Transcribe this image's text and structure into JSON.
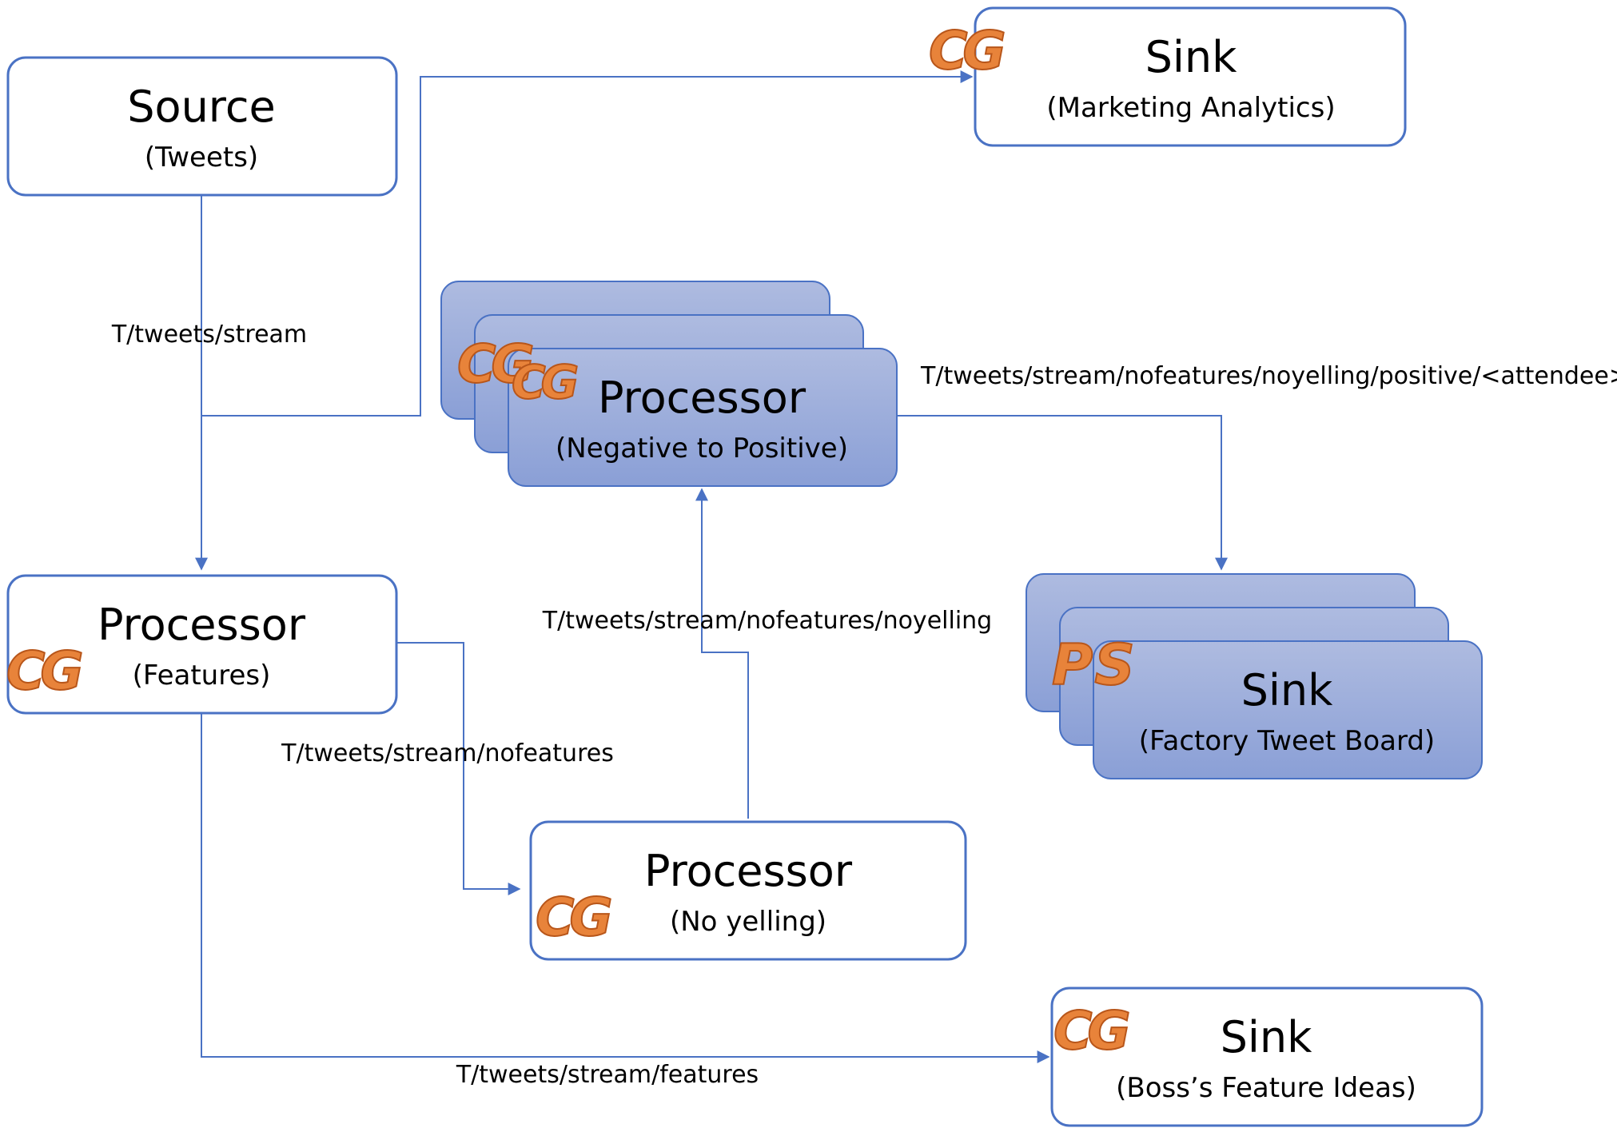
{
  "colors": {
    "border": "#4a72c4",
    "box_fill": "#ffffff",
    "stack_fill_top": "#aebbe0",
    "stack_fill_bottom": "#8a9fd6",
    "edge": "#4a72c4",
    "badge_orange": "#e8833a",
    "badge_outline": "#b8561a"
  },
  "nodes": {
    "source": {
      "title": "Source",
      "subtitle": "(Tweets)"
    },
    "sink_marketing": {
      "title": "Sink",
      "subtitle": "(Marketing Analytics)",
      "badge": "CG"
    },
    "processor_negative": {
      "title": "Processor",
      "subtitle": "(Negative to Positive)",
      "badge": "CG"
    },
    "processor_features": {
      "title": "Processor",
      "subtitle": "(Features)",
      "badge": "CG"
    },
    "sink_factory": {
      "title": "Sink",
      "subtitle": "(Factory Tweet Board)",
      "badge": "PS"
    },
    "processor_noyelling": {
      "title": "Processor",
      "subtitle": "(No yelling)",
      "badge": "CG"
    },
    "sink_boss": {
      "title": "Sink",
      "subtitle": "(Boss’s Feature Ideas)",
      "badge": "CG"
    }
  },
  "edges": {
    "tweets_stream": "T/tweets/stream",
    "positive_attendee": "T/tweets/stream/nofeatures/noyelling/positive/<attendee>",
    "nofeatures_noyelling": "T/tweets/stream/nofeatures/noyelling",
    "nofeatures": "T/tweets/stream/nofeatures",
    "features": "T/tweets/stream/features"
  }
}
